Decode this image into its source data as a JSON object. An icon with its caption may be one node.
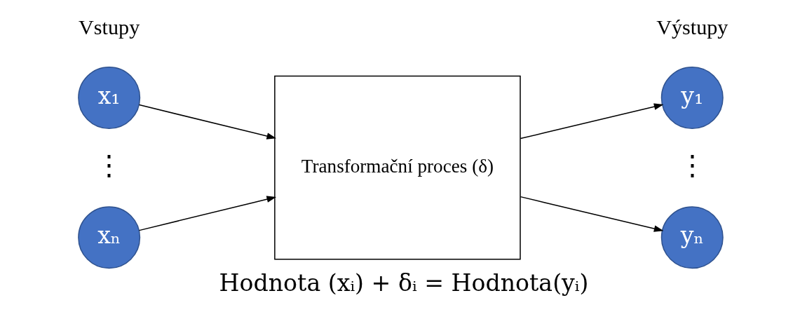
{
  "diagram": {
    "caption": "Hodnota (xᵢ) + δᵢ = Hodnota(yᵢ)",
    "nodes": [
      {
        "text": [
          "x₁"
        ]
      },
      {
        "text": [
          "xₙ"
        ]
      },
      {
        "text": [
          "Transformační proces (δ)"
        ]
      },
      {
        "text": [
          "y₁"
        ]
      },
      {
        "text": [
          "yₙ"
        ]
      }
    ],
    "edges": [
      {
        "from": 0,
        "to": 2,
        "arrow": "to"
      },
      {
        "from": 1,
        "to": 2,
        "arrow": "to"
      },
      {
        "from": 2,
        "to": 3,
        "arrow": "to"
      },
      {
        "from": 2,
        "to": 4,
        "arrow": "to"
      }
    ],
    "labels": [
      "Vstupy",
      "Výstupy",
      "⋮",
      "⋮"
    ]
  }
}
